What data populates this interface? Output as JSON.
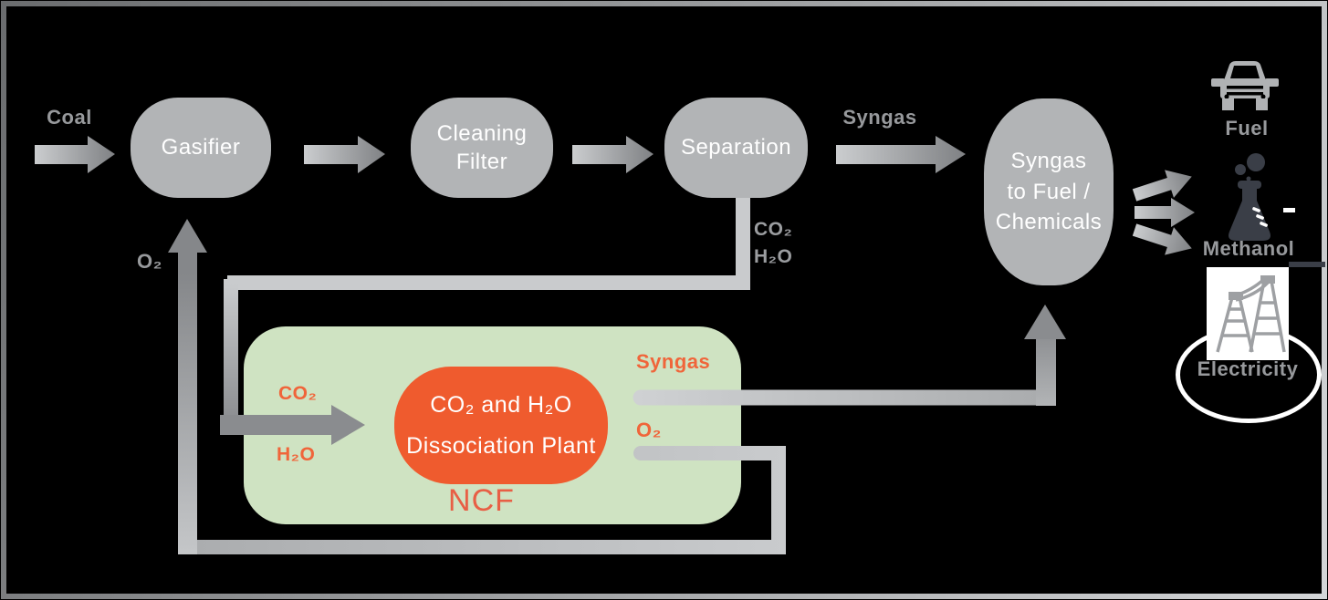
{
  "nodes": {
    "gasifier": "Gasifier",
    "cleaning_filter": "Cleaning\nFilter",
    "separation": "Separation",
    "syngas_to_fuel": "Syngas\nto Fuel /\nChemicals",
    "dissociation_plant": "CO₂ and H₂O\nDissociation Plant",
    "ncf": "NCF"
  },
  "flow_labels": {
    "coal": "Coal",
    "syngas_main": "Syngas",
    "o2_to_gasifier": "O₂",
    "co2_from_separation": "CO₂",
    "h2o_from_separation": "H₂O",
    "co2_input": "CO₂",
    "h2o_input": "H₂O",
    "syngas_output": "Syngas",
    "o2_output": "O₂"
  },
  "products": {
    "fuel": "Fuel",
    "methanol": "Methanol",
    "electricity": "Electricity"
  },
  "colors": {
    "background": "#000000",
    "node_fill": "#b2b4b6",
    "node_text": "#ffffff",
    "label_gray": "#97999c",
    "arrow_light": "#cbcdcf",
    "arrow_dark": "#7f8184",
    "pipe_light": "#c9cbcd",
    "green_box": "#cfe3c2",
    "orange_fill": "#ef5b2e",
    "orange_label": "#f0653a",
    "ncf_label": "#e85f45",
    "flask_dark": "#3a3e47",
    "icon_gray": "#b0b2b4",
    "pylon_gray": "#9ea0a3",
    "highlight_white": "#ffffff"
  }
}
